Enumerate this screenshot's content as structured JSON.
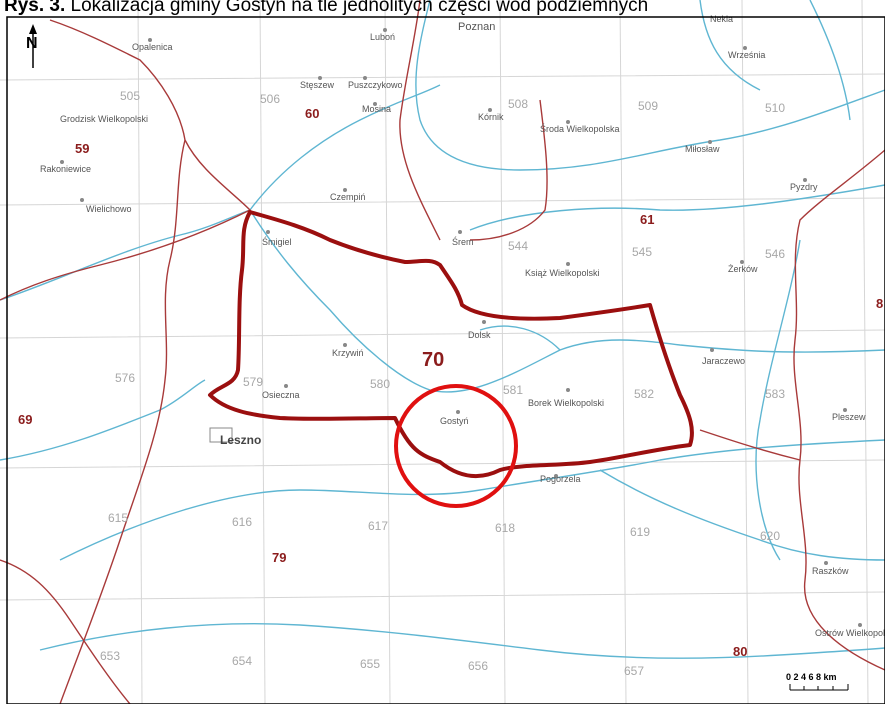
{
  "caption": {
    "prefix": "Rys. 3.",
    "text": "Lokalizacja gminy Gostyń na tle jednolitych części wód podziemnych"
  },
  "north_arrow": {
    "label": "N"
  },
  "scale_bar": {
    "label": "0 2 4 6 8 km"
  },
  "highlight": {
    "label": "70",
    "color": "#9b0f0f"
  },
  "circle": {
    "color": "#e01010"
  },
  "region_numbers": [
    "59",
    "60",
    "61",
    "69",
    "70",
    "79",
    "80",
    "8"
  ],
  "grid_numbers": [
    "505",
    "506",
    "508",
    "509",
    "510",
    "544",
    "545",
    "546",
    "576",
    "579",
    "580",
    "581",
    "582",
    "583",
    "615",
    "616",
    "617",
    "618",
    "619",
    "620",
    "653",
    "654",
    "655",
    "656",
    "657"
  ],
  "towns": [
    "Opalenica",
    "Poznan",
    "Luboń",
    "Nekla",
    "Września",
    "Stęszew",
    "Puszczykowo",
    "Mosina",
    "Kórnik",
    "Środa Wielkopolska",
    "Grodzisk Wielkopolski",
    "Rakoniewice",
    "Wielichowo",
    "Miłosław",
    "Pyzdry",
    "Czempiń",
    "Śmigiel",
    "Śrem",
    "Książ Wielkopolski",
    "Żerków",
    "Krzywiń",
    "Dolsk",
    "Jaraczewo",
    "Osieczna",
    "Borek Wielkopolski",
    "Pleszew",
    "Leszno",
    "Gostyń",
    "Pogorzela",
    "Raszków",
    "Ostrów Wielkopolski"
  ]
}
